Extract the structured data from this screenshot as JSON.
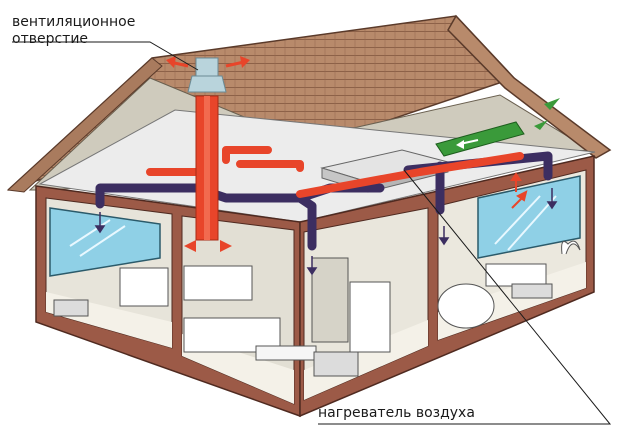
{
  "labels": {
    "vent_line1": "вентиляционное",
    "vent_line2": "отверстие",
    "heater": "нагреватель воздуха"
  },
  "colors": {
    "wall": "#9c5a47",
    "roof_tiles": "#b88a6b",
    "roof_underside": "#c8c4b6",
    "ceiling": "#ececec",
    "floor": "#f4f1e8",
    "window_glass": "#8fd0e6",
    "supply_duct": "#e8452a",
    "exhaust_duct": "#3c2e61",
    "fresh_air_duct": "#3a9a3a",
    "heater_unit": "#d8d8d8"
  }
}
